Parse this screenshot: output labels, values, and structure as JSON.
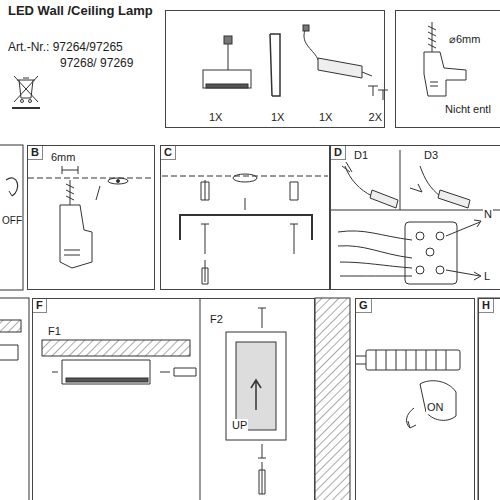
{
  "diagram": {
    "title": "LED Wall /Ceiling Lamp",
    "nodes": [
      {
        "text": [
          "1X",
          "1X",
          "1X",
          "2X"
        ]
      },
      {
        "text": [
          "⌀6mm",
          "Nicht entl"
        ]
      },
      {
        "text": [
          "B",
          "6mm"
        ]
      },
      {
        "text": [
          "C"
        ]
      },
      {
        "text": [
          "D",
          "D1",
          "D3",
          "N",
          "L"
        ]
      },
      {
        "text": [
          "F",
          "F1",
          "F2",
          "UP"
        ]
      },
      {
        "text": [
          "G",
          "ON"
        ]
      },
      {
        "text": [
          "H"
        ]
      }
    ],
    "labels": [
      "Art.-Nr.: 97264/97265",
      "97268/ 97269",
      "OFF"
    ]
  }
}
